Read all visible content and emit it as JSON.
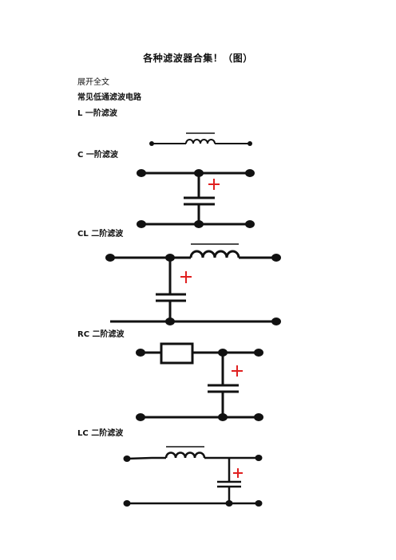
{
  "document": {
    "title": "各种滤波器合集！（图）",
    "expand_text": "展开全文",
    "heading": "常见低通滤波电路",
    "sections": [
      {
        "label": "L 一阶滤波"
      },
      {
        "label": "C 一阶滤波"
      },
      {
        "label": "CL 二阶滤波"
      },
      {
        "label": "RC 二阶滤波"
      },
      {
        "label": "LC 二阶滤波"
      }
    ],
    "plus_symbol": "+"
  },
  "colors": {
    "wire": "#111111",
    "plus": "#e02020"
  }
}
